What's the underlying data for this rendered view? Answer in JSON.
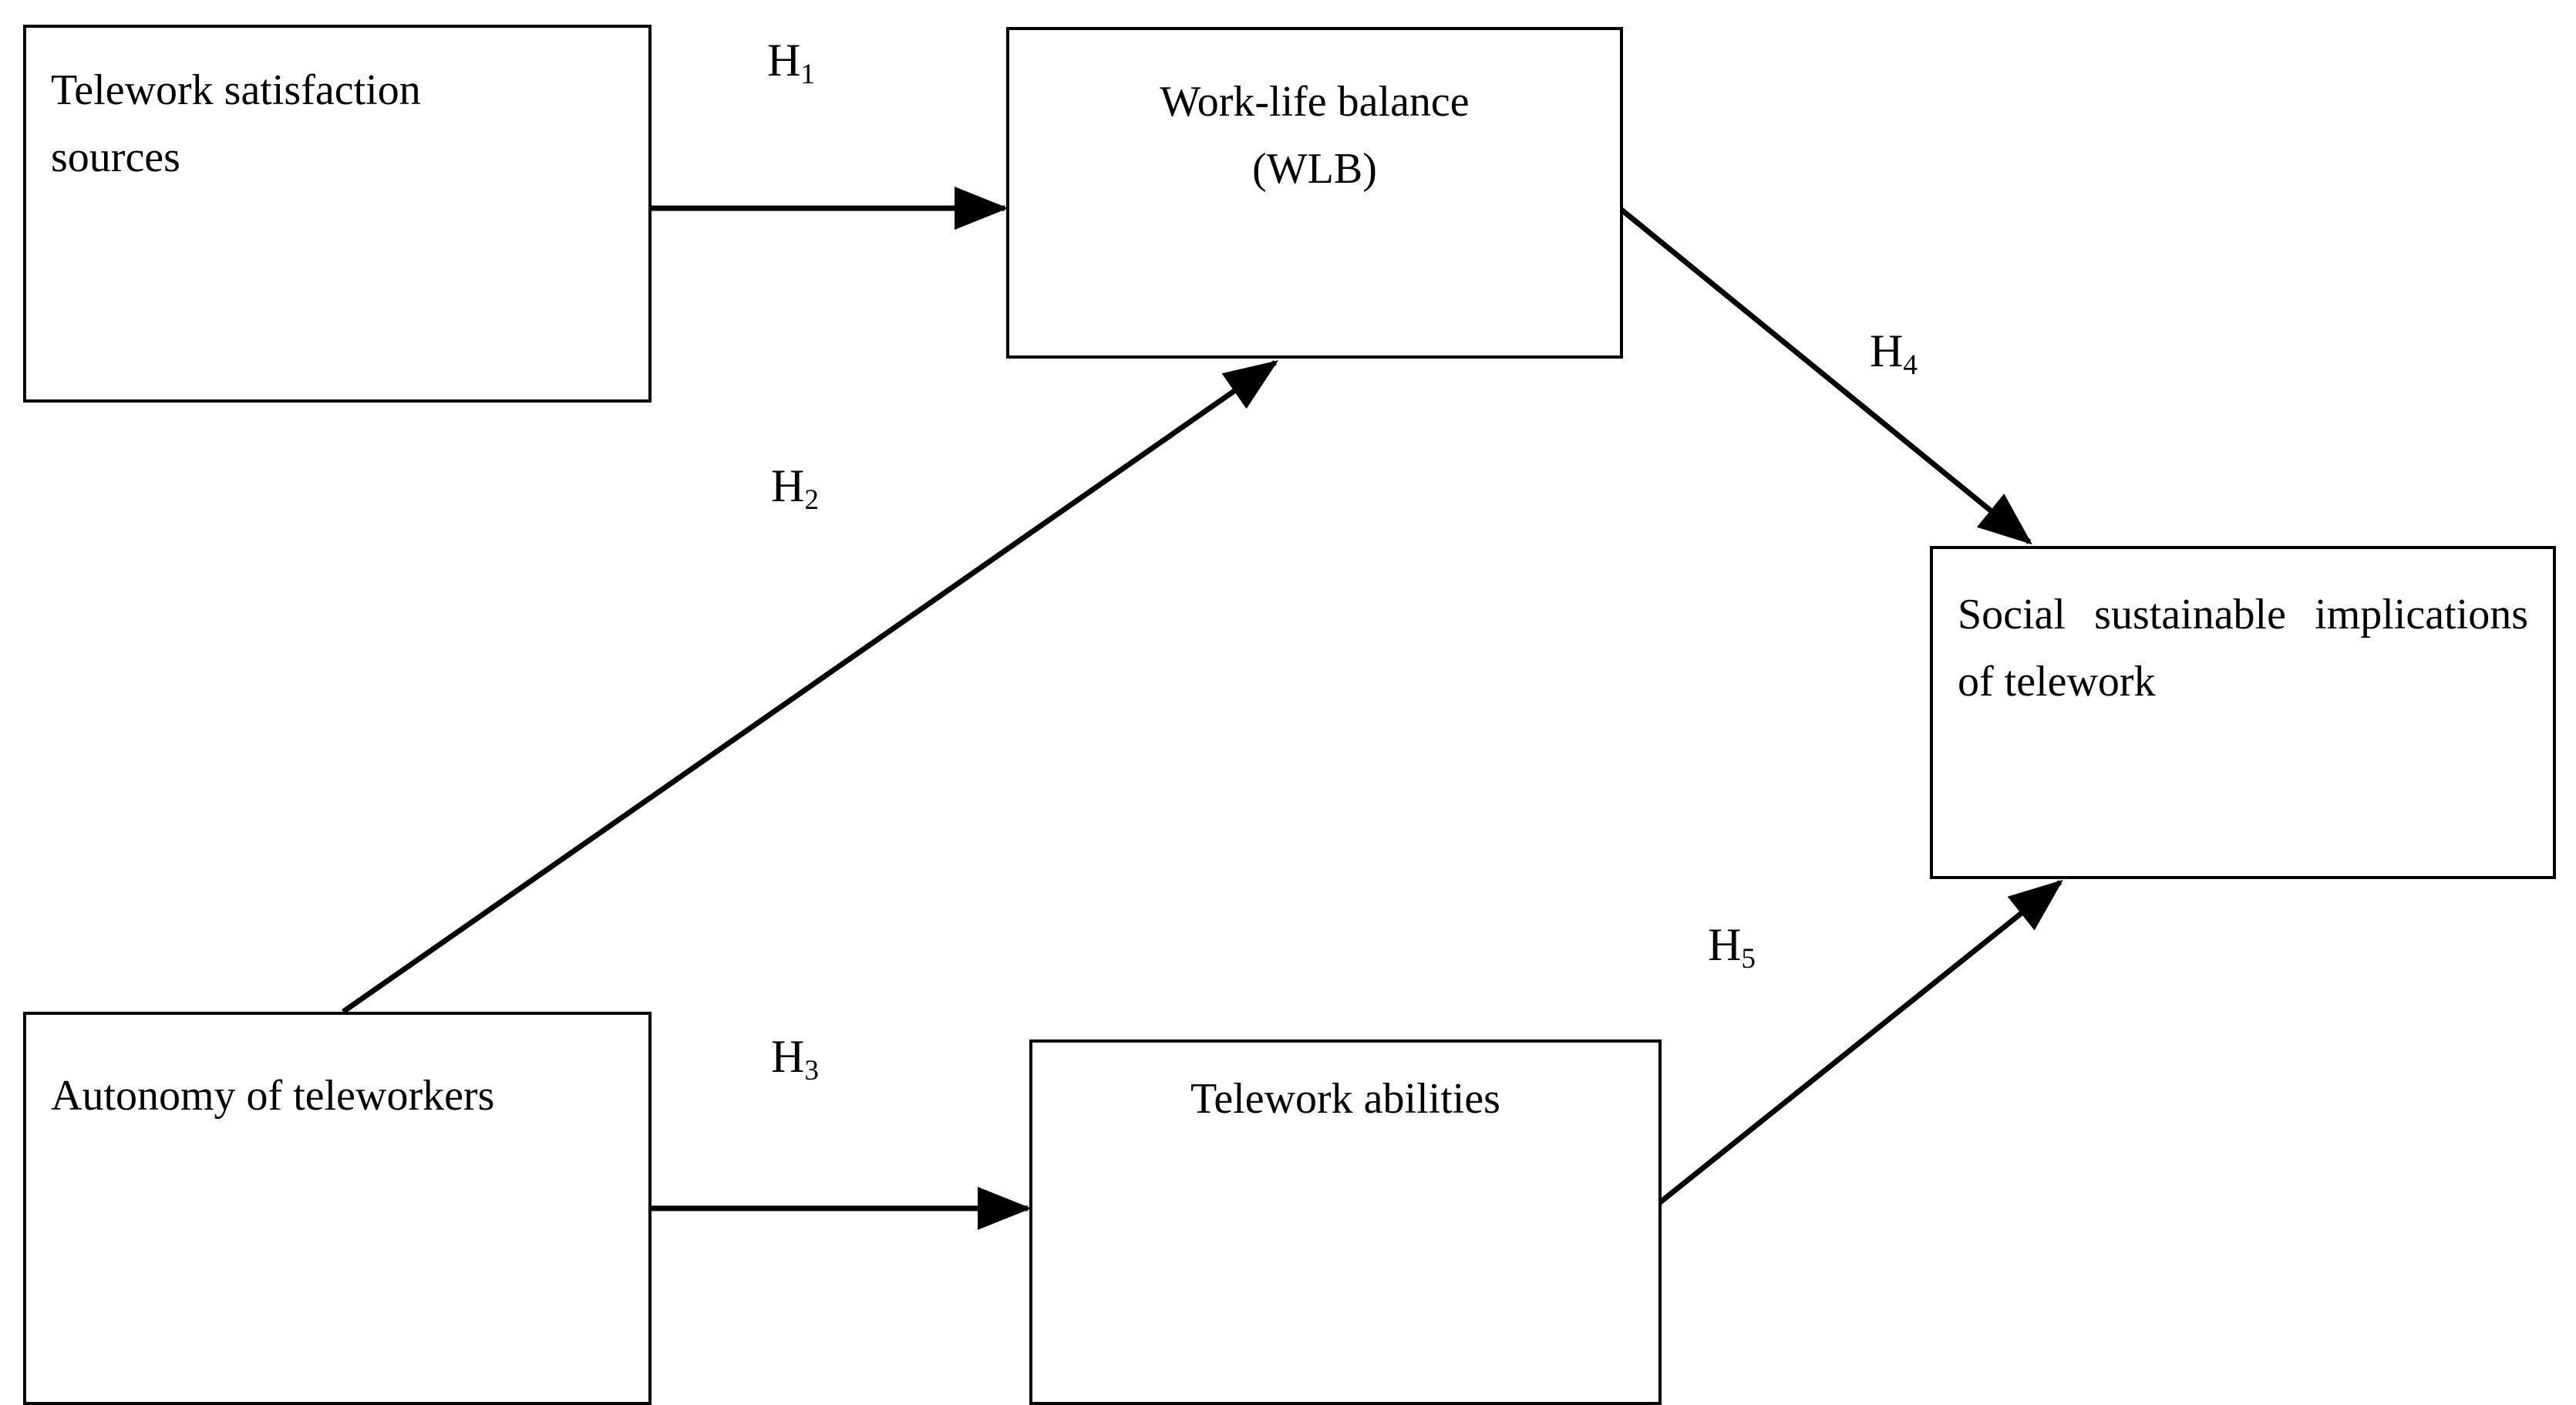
{
  "diagram": {
    "type": "conceptual-research-model",
    "nodes": [
      {
        "id": "telework-satisfaction",
        "label": "Telework satisfaction\nsources",
        "align": "left"
      },
      {
        "id": "wlb",
        "label": "Work-life balance\n(WLB)",
        "align": "center"
      },
      {
        "id": "social",
        "label": "Social sustainable implications of telework",
        "align": "justify"
      },
      {
        "id": "autonomy",
        "label": "Autonomy of teleworkers",
        "align": "justify"
      },
      {
        "id": "telework-abilities",
        "label": "Telework abilities",
        "align": "center"
      }
    ],
    "edges": [
      {
        "id": "h1",
        "label": "H",
        "subscript": "1",
        "from": "telework-satisfaction",
        "to": "wlb"
      },
      {
        "id": "h2",
        "label": "H",
        "subscript": "2",
        "from": "autonomy",
        "to": "wlb"
      },
      {
        "id": "h3",
        "label": "H",
        "subscript": "3",
        "from": "autonomy",
        "to": "telework-abilities"
      },
      {
        "id": "h4",
        "label": "H",
        "subscript": "4",
        "from": "wlb",
        "to": "social"
      },
      {
        "id": "h5",
        "label": "H",
        "subscript": "5",
        "from": "telework-abilities",
        "to": "social"
      }
    ],
    "colors": {
      "line": "#000000",
      "box_fill": "#ffffff",
      "text": "#000000",
      "background": "#ffffff"
    }
  }
}
